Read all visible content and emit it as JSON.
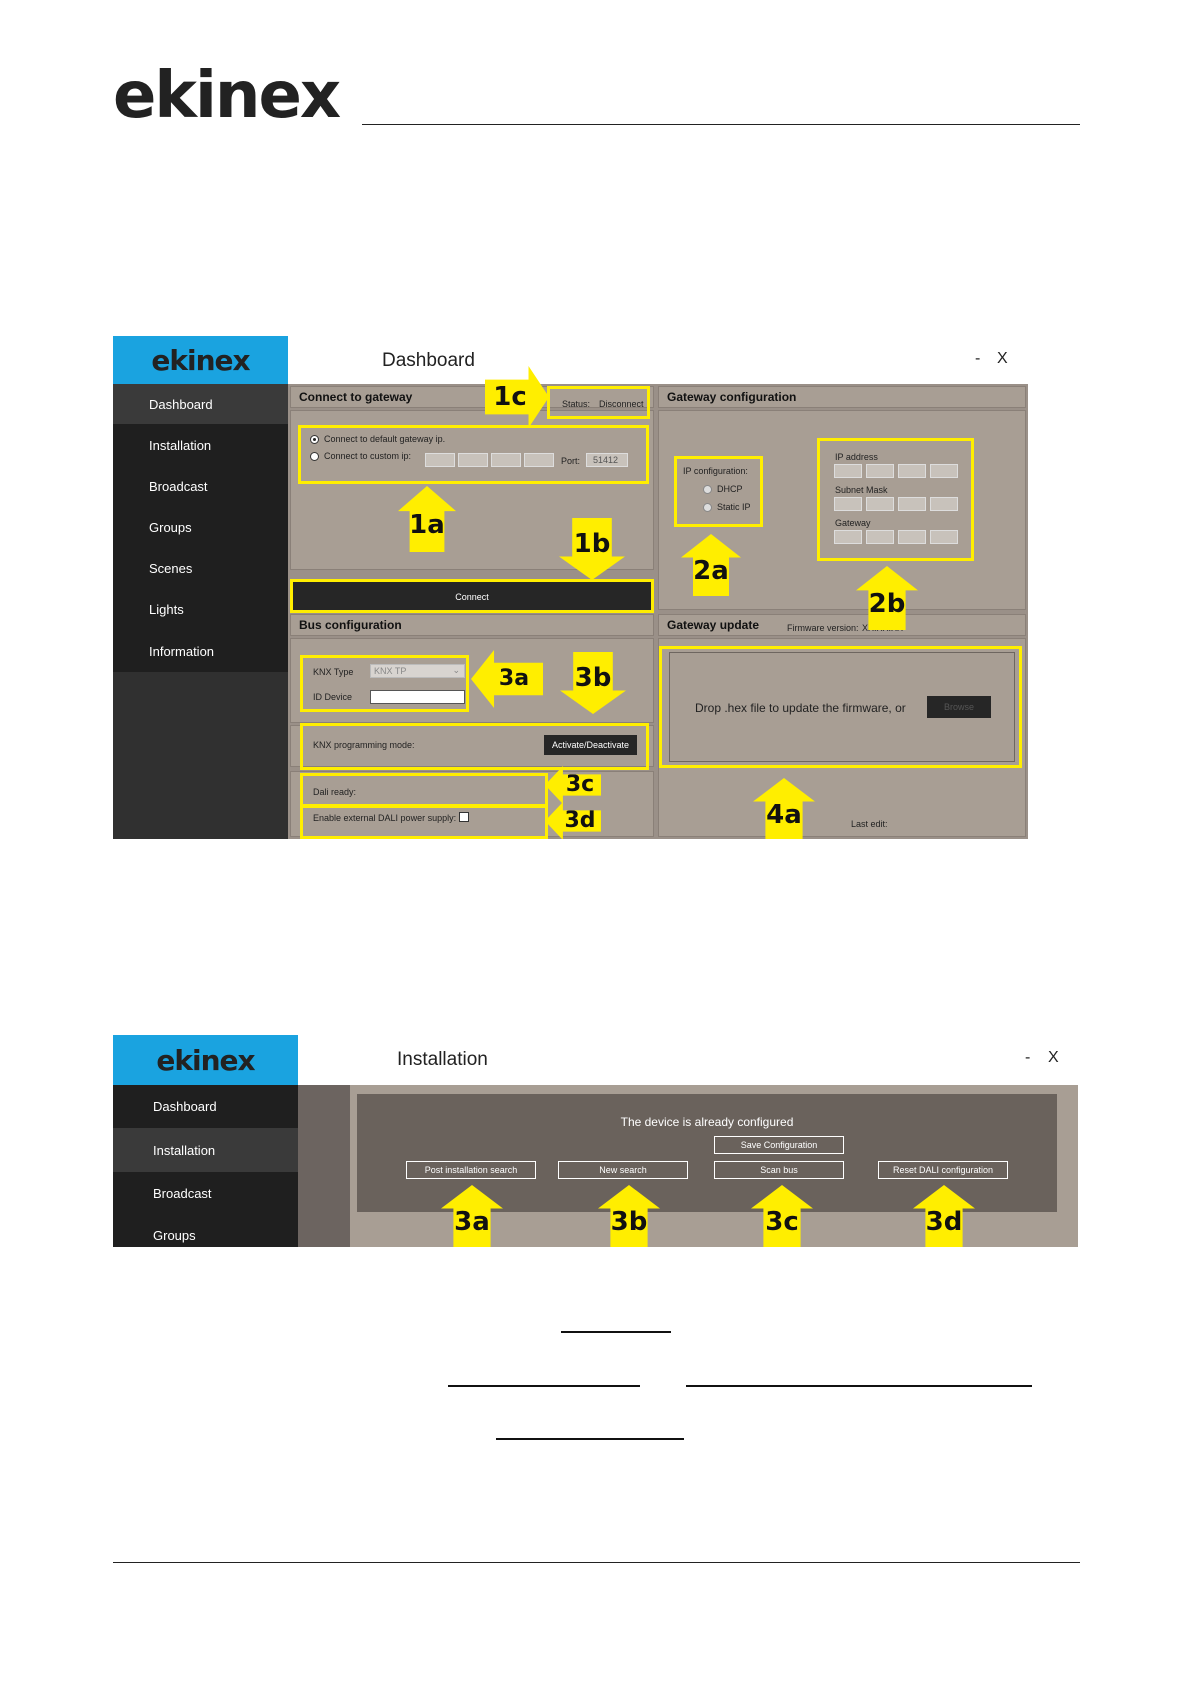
{
  "brand": {
    "logo_text": "ekinex"
  },
  "dashboard": {
    "app_logo": "ekinex",
    "title": "Dashboard",
    "minimize": "-",
    "close": "X",
    "sidebar": [
      "Dashboard",
      "Installation",
      "Broadcast",
      "Groups",
      "Scenes",
      "Lights",
      "Information"
    ],
    "active_item": "Dashboard",
    "connect": {
      "header": "Connect to gateway",
      "status_label": "Status:",
      "status_value": "Disconnect",
      "default_ip_option": "Connect to default gateway ip.",
      "custom_ip_option": "Connect to custom ip:",
      "port_label": "Port:",
      "port_value": "51412",
      "connect_button": "Connect"
    },
    "gateway_config": {
      "header": "Gateway configuration",
      "ip_config_label": "IP configuration:",
      "dhcp": "DHCP",
      "static_ip": "Static IP",
      "ip_address": "IP address",
      "subnet_mask": "Subnet Mask",
      "gateway": "Gateway"
    },
    "bus": {
      "header": "Bus configuration",
      "knx_type_label": "KNX Type",
      "knx_type_value": "KNX TP",
      "id_device_label": "ID Device",
      "prog_mode_label": "KNX programming mode:",
      "activate_button": "Activate/Deactivate",
      "dali_ready": "Dali ready:",
      "dali_power": "Enable external DALI power supply:"
    },
    "update": {
      "header": "Gateway update",
      "fw_label": "Firmware version:",
      "fw_value": "XX.XX.XX",
      "drop_text": "Drop .hex file to update the firmware, or",
      "browse_button": "Browse",
      "last_edit": "Last edit:"
    },
    "callouts": [
      "1a",
      "1b",
      "1c",
      "2a",
      "2b",
      "3a",
      "3b",
      "3c",
      "3d",
      "4a"
    ]
  },
  "installation": {
    "app_logo": "ekinex",
    "title": "Installation",
    "minimize": "-",
    "close": "X",
    "sidebar": [
      "Dashboard",
      "Installation",
      "Broadcast",
      "Groups"
    ],
    "active_item": "Installation",
    "message": "The device is already configured",
    "save_button": "Save Configuration",
    "post_search_button": "Post installation search",
    "new_search_button": "New search",
    "scan_bus_button": "Scan bus",
    "reset_button": "Reset DALI configuration",
    "callouts": [
      "3a",
      "3b",
      "3c",
      "3d"
    ]
  },
  "colors": {
    "accent": "#1aa3e0",
    "highlight": "#ffee00",
    "panel": "#a89e94",
    "sidebar": "#1f1f1f"
  }
}
